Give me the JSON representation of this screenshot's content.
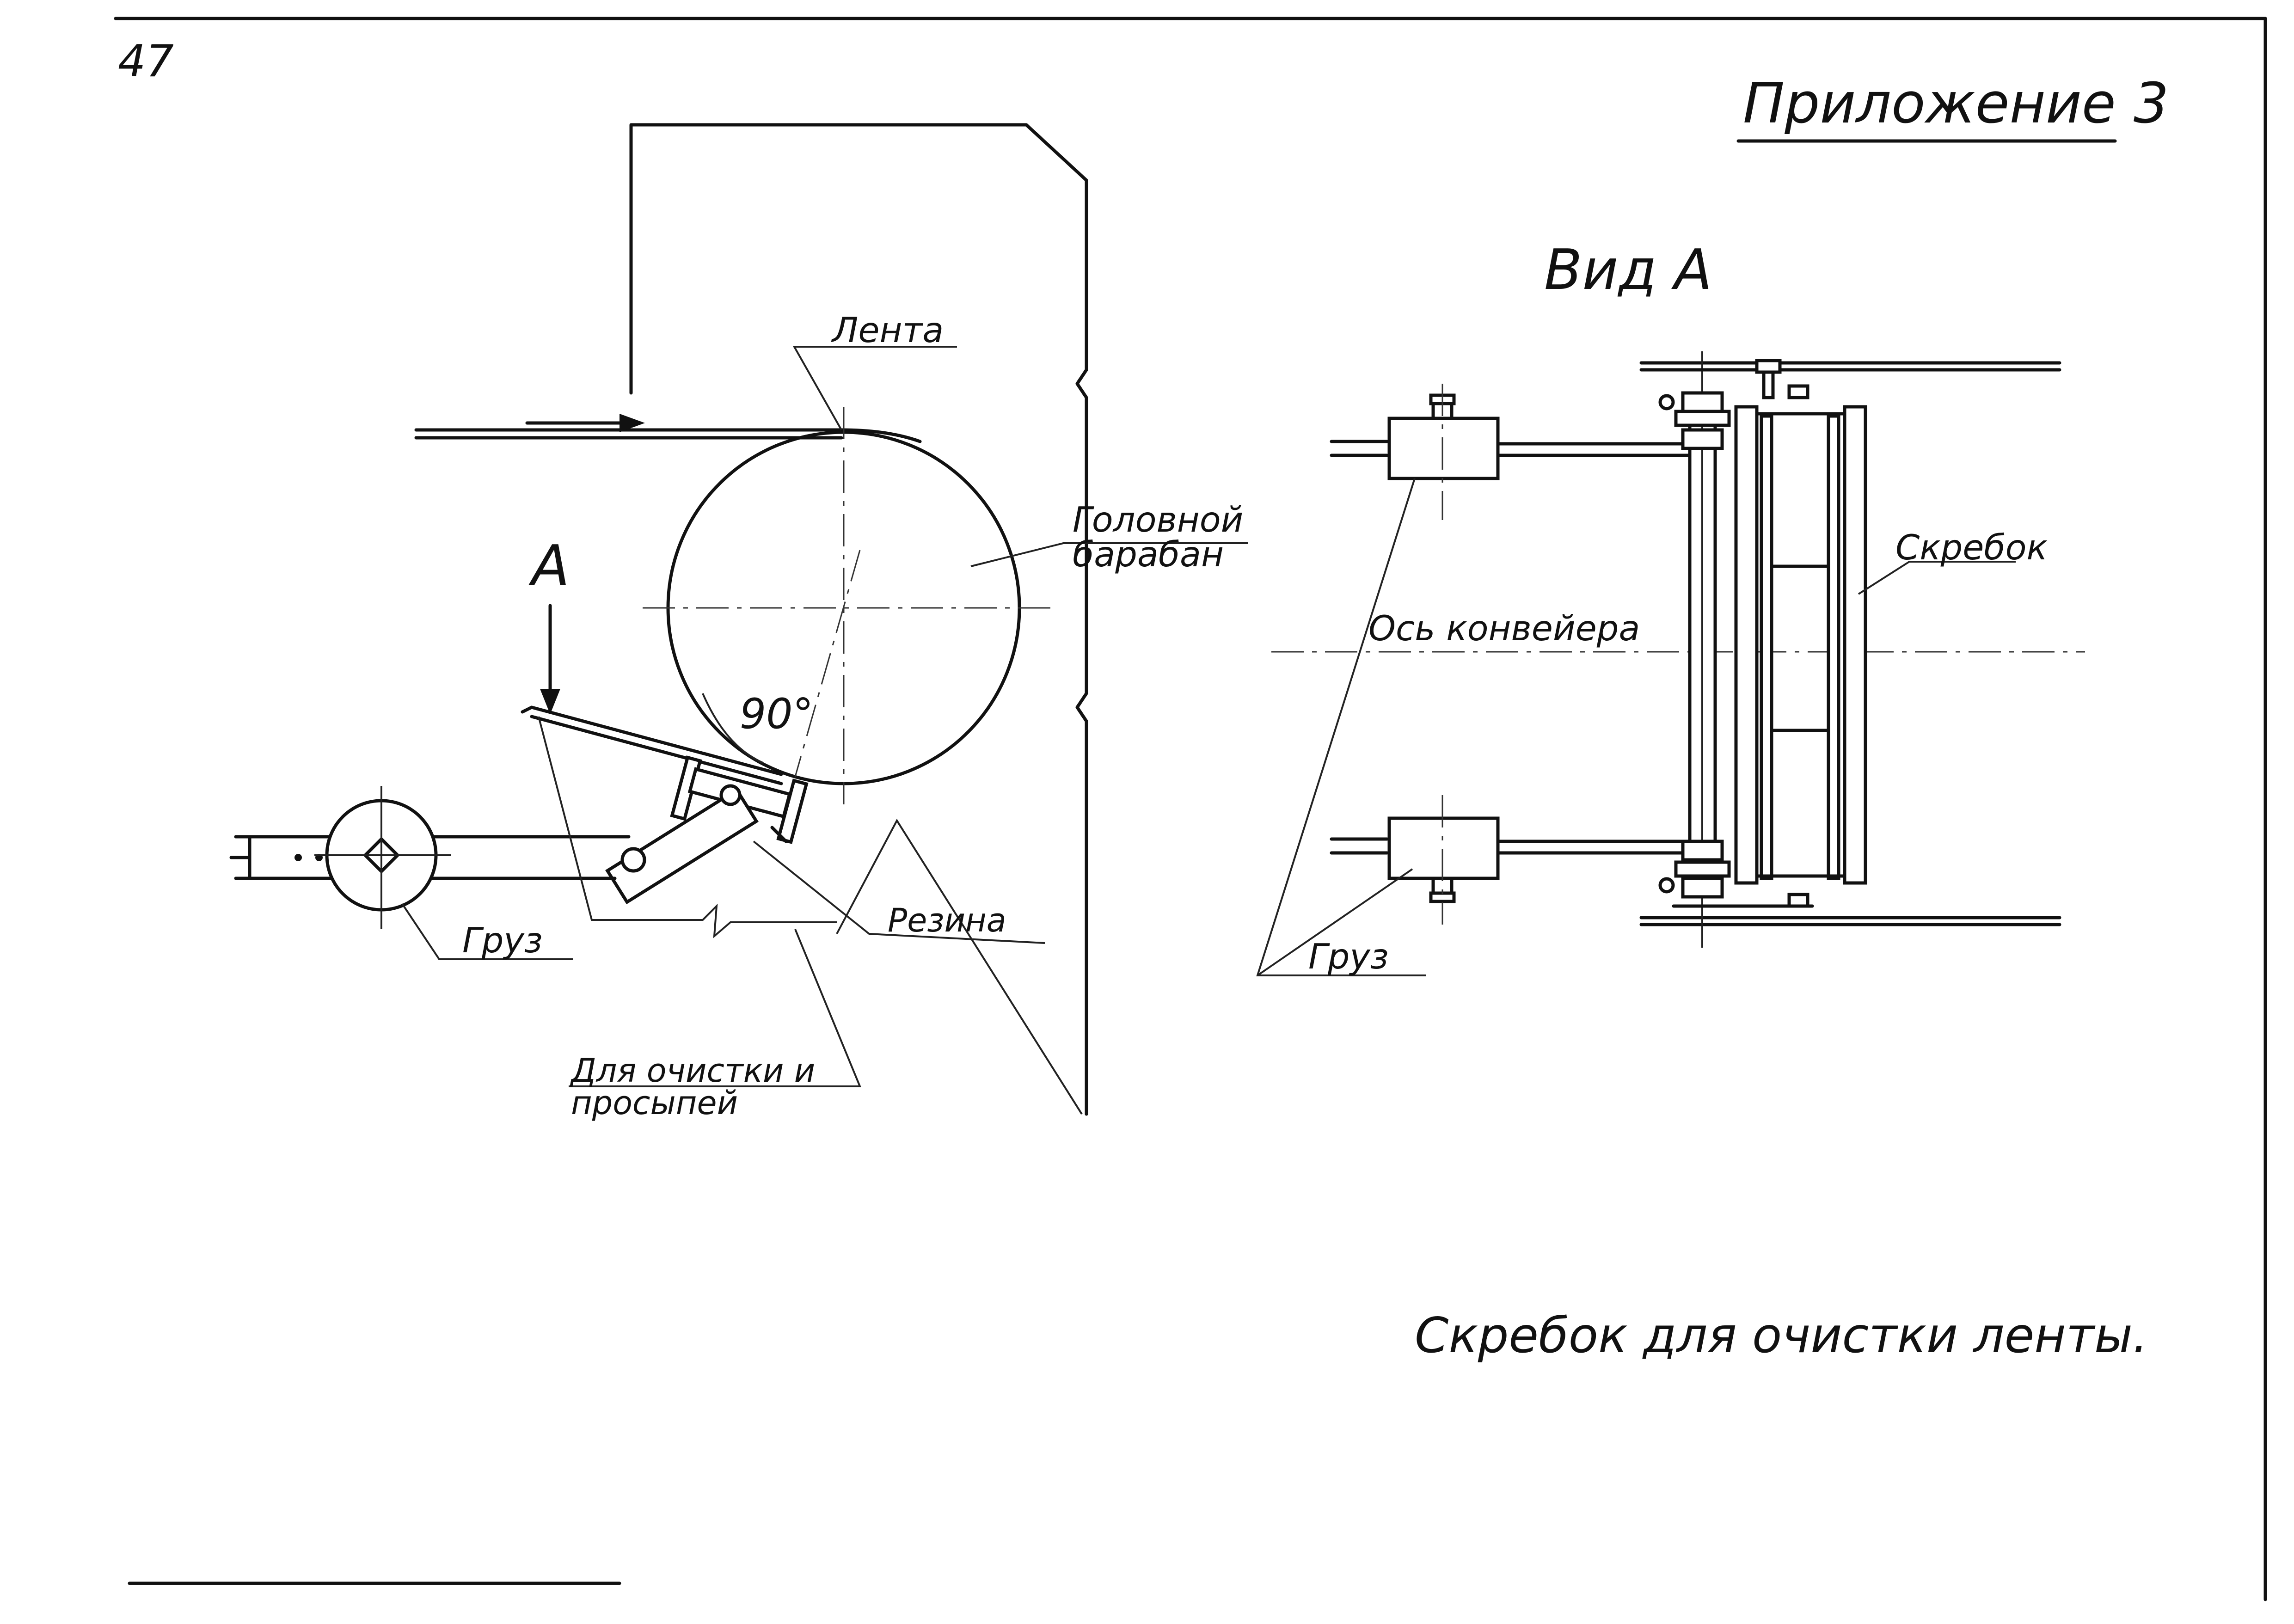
{
  "sheet": {
    "page_number": "47",
    "appendix": "Приложение 3",
    "caption": "Скребок для очистки ленты."
  },
  "side_view": {
    "labels": {
      "belt": "Лента",
      "drum": "Головной барабан",
      "section_mark": "А",
      "angle": "90°",
      "weight": "Груз",
      "rubber": "Резина",
      "spill_cleaning": "Для очистки и просыпей"
    }
  },
  "view_a": {
    "title": "Вид А",
    "labels": {
      "scraper": "Скребок",
      "conveyor_axis": "Ось конвейера",
      "weight": "Груз"
    }
  }
}
